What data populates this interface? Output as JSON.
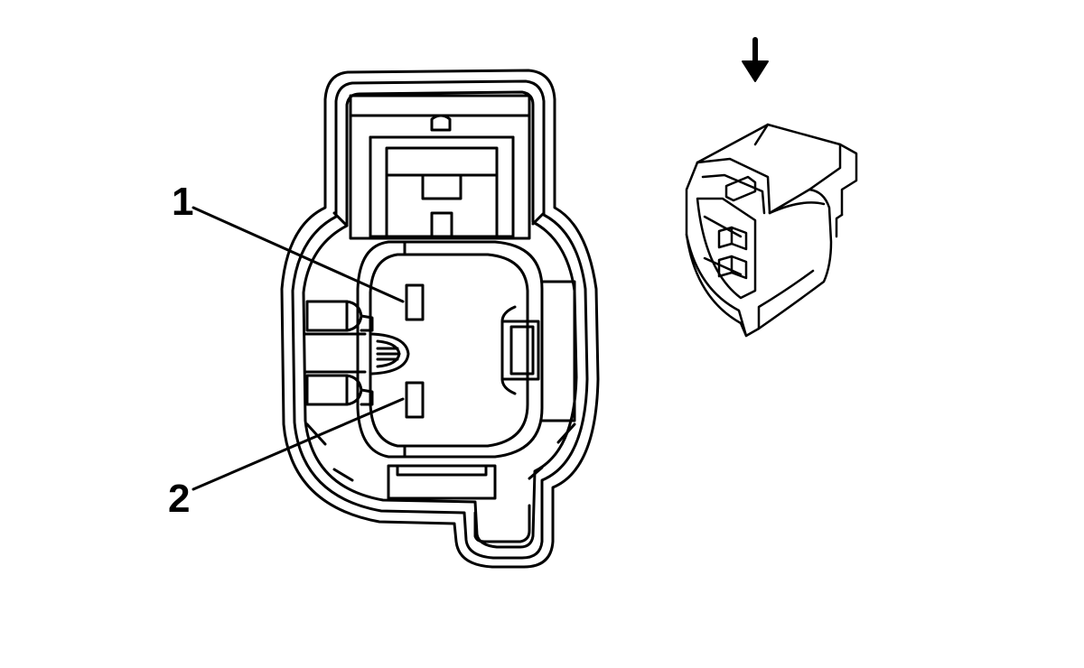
{
  "colors": {
    "line": "#000000",
    "background": "#ffffff"
  },
  "callouts": [
    {
      "label": "1"
    },
    {
      "label": "2"
    }
  ],
  "icons": {
    "view_direction": "arrow-down-icon",
    "connector_face": "connector-face-view",
    "connector_iso": "connector-isometric-view"
  }
}
